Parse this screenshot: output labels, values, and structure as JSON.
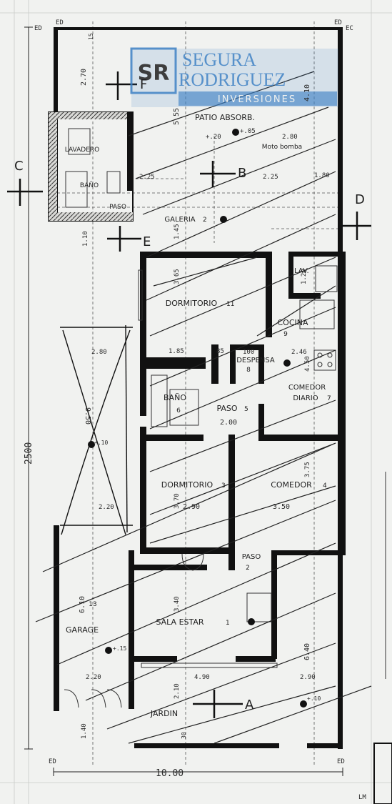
{
  "brand": {
    "line1": "SEGURA",
    "line2": "RODRIGUEZ",
    "line3": "INVERSIONES",
    "monogram": "SR",
    "color": "#3b7fc4"
  },
  "rooms": {
    "patio": "PATIO ABSORB.",
    "motobomba": "Moto bomba",
    "galeria": "GALERIA",
    "galeria_n": "2",
    "lav_top": "LAVADERO",
    "bano_top": "BAÑO",
    "paso_top": "PASO",
    "lav": "LAV.",
    "dormitorio1": "DORMITORIO",
    "dormitorio1_n": "11",
    "cocina": "COCINA",
    "cocina_n": "9",
    "despensa": "DESPENSA",
    "despensa_n": "8",
    "comedor_diario": "COMEDOR",
    "comedor_diario2": "DIARIO",
    "comedor_diario_n": "7",
    "bano": "BAÑO",
    "bano_n": "6",
    "paso": "PASO",
    "paso_n": "5",
    "dormitorio2": "DORMITORIO",
    "dormitorio2_n": "3",
    "comedor": "COMEDOR",
    "comedor_n": "4",
    "paso_front": "PASO",
    "paso_front_n": "2",
    "sala": "SALA ESTAR",
    "sala_n": "1",
    "garage": "GARAGE",
    "garage_n": "13",
    "jardin": "JARDIN"
  },
  "markers": {
    "A": "A",
    "B": "B",
    "C": "C",
    "D": "D",
    "E": "E",
    "F": "F"
  },
  "corners": {
    "tl1": "ED",
    "tl2": "ED",
    "tr1": "ED",
    "tr2": "EC",
    "bl": "ED",
    "br": "ED",
    "lm": "LM"
  },
  "dims": {
    "total_len": "2500",
    "total_width": "10.00",
    "d270": "2.70",
    "d410": "4.10",
    "d555": "5.55",
    "d120": "+.20",
    "d05": "+.05",
    "d280a": "2.80",
    "d225a": "2.25",
    "d225b": "2.25",
    "d80": "1.80",
    "d365": "3.65",
    "d120b": "1.20",
    "d110": "1.10",
    "d145": "1.45",
    "d185": "1.85",
    "d85": "85",
    "d100": "100",
    "d246": "2.46",
    "d450": "4.50",
    "d280b": "2.80",
    "d950": "9.50",
    "d200": "2.00",
    "d370": "3.70",
    "d290": "2.90",
    "d350": "3.50",
    "d375": "3.75",
    "d220a": "2.20",
    "d220b": "2.20",
    "d340": "3.40",
    "d610": "6.10",
    "d640": "6.40",
    "d490": "4.90",
    "d290b": "2.90",
    "d210": "2.10",
    "d140": "1.40",
    "d15": "15",
    "d30": "30",
    "d10": "+.10",
    "d15b": "+.15",
    "d10b": "+.10"
  }
}
